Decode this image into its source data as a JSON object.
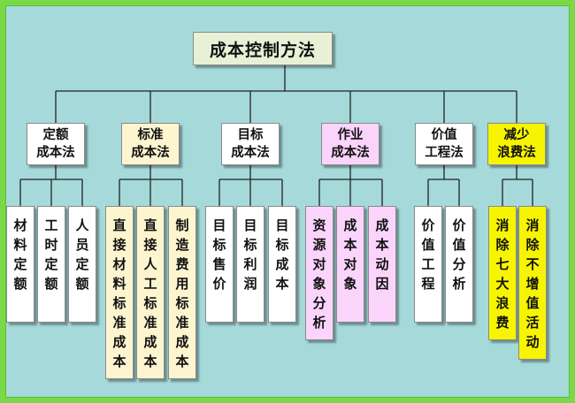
{
  "title": "成本控制方法",
  "categories": [
    {
      "id": "c1",
      "label": "定额成本法",
      "lines": [
        "定额",
        "成本法"
      ],
      "color": "#ffffff",
      "children": [
        "材料定额",
        "工时定额",
        "人员定额"
      ]
    },
    {
      "id": "c2",
      "label": "标准成本法",
      "lines": [
        "标准",
        "成本法"
      ],
      "color": "#fdf5d0",
      "children": [
        "直接材料标准成本",
        "直接人工标准成本",
        "制造费用标准成本"
      ]
    },
    {
      "id": "c3",
      "label": "目标成本法",
      "lines": [
        "目标",
        "成本法"
      ],
      "color": "#ffffff",
      "children": [
        "目标售价",
        "目标利润",
        "目标成本"
      ]
    },
    {
      "id": "c4",
      "label": "作业成本法",
      "lines": [
        "作业",
        "成本法"
      ],
      "color": "#fbd4fb",
      "children": [
        "资源对象分析",
        "成本对象",
        "成本动因"
      ]
    },
    {
      "id": "c5",
      "label": "价值工程法",
      "lines": [
        "价值",
        "工程法"
      ],
      "color": "#ffffff",
      "children": [
        "价值工程",
        "价值分析"
      ]
    },
    {
      "id": "c6",
      "label": "减少浪费法",
      "lines": [
        "减少",
        "浪费法"
      ],
      "color": "#f6f400",
      "children": [
        "消除七大浪费",
        "消除不增值活动"
      ]
    }
  ],
  "colors": {
    "background": "#a6d9da",
    "border": "#79d949",
    "line": "#222222"
  }
}
